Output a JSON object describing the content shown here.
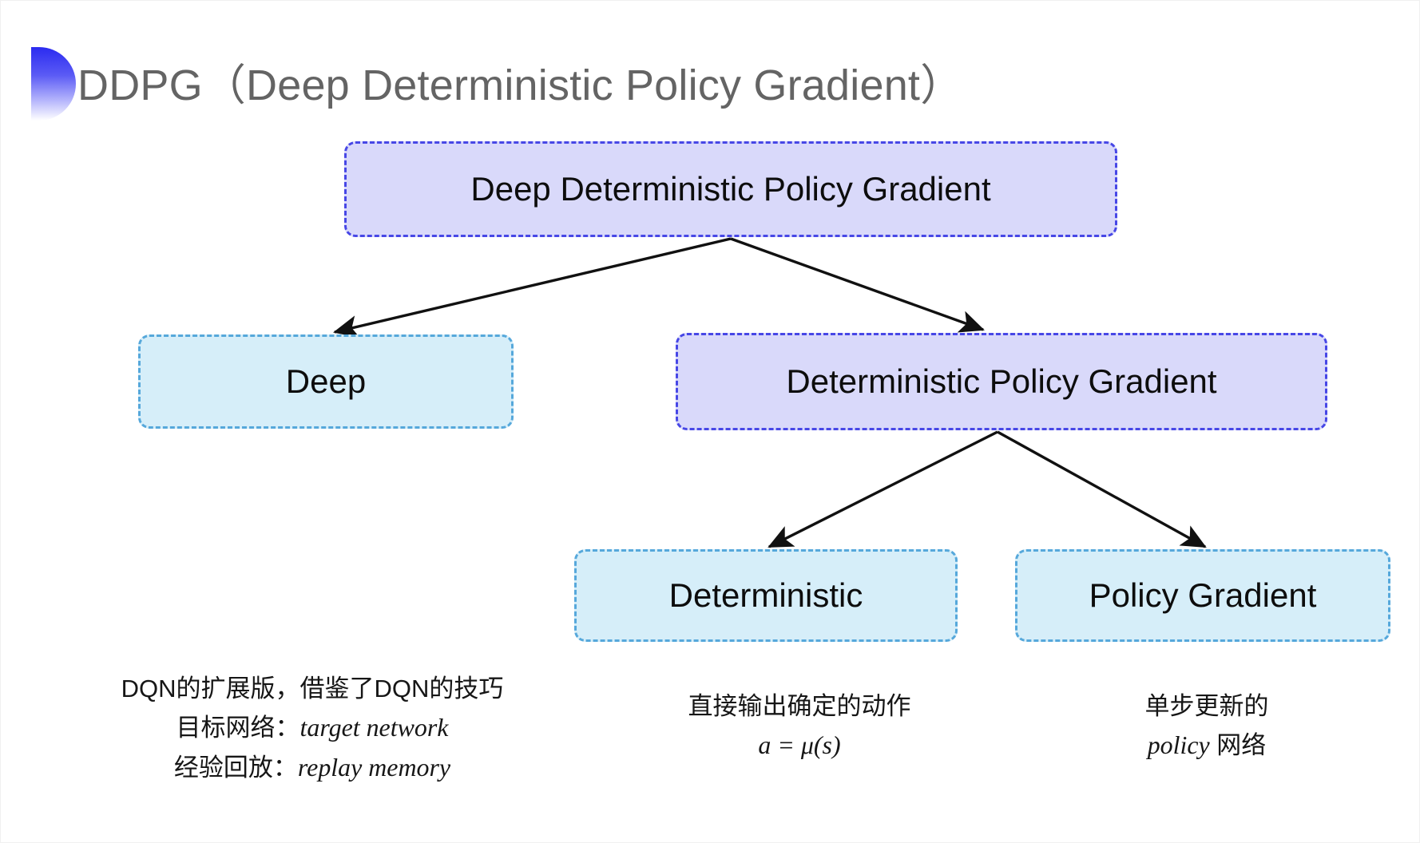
{
  "slide": {
    "title": "DDPG（Deep Deterministic Policy Gradient）",
    "title_color": "#646464",
    "background": "#ffffff",
    "accent_purple_fill": "#d9d9fa",
    "accent_purple_border": "#4747e6",
    "accent_blue_fill": "#d6eef9",
    "accent_blue_border": "#56a8db",
    "deco_icon": "half-circle-gradient-bullet"
  },
  "diagram": {
    "type": "tree",
    "nodes": [
      {
        "id": "root",
        "label": "Deep Deterministic Policy Gradient",
        "style": "purple"
      },
      {
        "id": "deep",
        "label": "Deep",
        "style": "blue"
      },
      {
        "id": "dpg",
        "label": "Deterministic Policy Gradient",
        "style": "purple"
      },
      {
        "id": "det",
        "label": "Deterministic",
        "style": "blue"
      },
      {
        "id": "pg",
        "label": "Policy Gradient",
        "style": "blue"
      }
    ],
    "edges": [
      {
        "from": "root",
        "to": "deep"
      },
      {
        "from": "root",
        "to": "dpg"
      },
      {
        "from": "dpg",
        "to": "det"
      },
      {
        "from": "dpg",
        "to": "pg"
      }
    ]
  },
  "captions": {
    "left": {
      "line1": "DQN的扩展版，借鉴了DQN的技巧",
      "line2_label": "目标网络：",
      "line2_term": "target network",
      "line3_label": "经验回放：",
      "line3_term": "replay memory"
    },
    "middle": {
      "line1": "直接输出确定的动作",
      "line2_formula": "a = μ(s)"
    },
    "right": {
      "line1": "单步更新的",
      "line2_term": "policy",
      "line2_suffix": " 网络"
    }
  }
}
